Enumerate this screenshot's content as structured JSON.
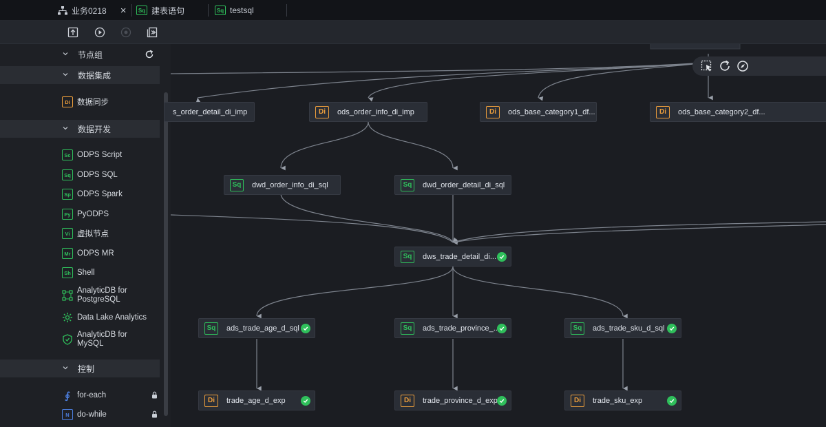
{
  "tabs": [
    {
      "label": "业务0218",
      "icon": "folder-tree-icon",
      "closable": true,
      "close_glyph": "×"
    },
    {
      "label": "建表语句",
      "icon": "sql-file-icon",
      "icon_text": "Sq"
    },
    {
      "label": "testsql",
      "icon": "sql-file-icon",
      "icon_text": "Sq"
    }
  ],
  "toolbar": {
    "buttons": [
      "upload-icon",
      "run-icon",
      "stop-icon",
      "run-all-icon"
    ]
  },
  "sidebar": {
    "header": "节点组",
    "groups": [
      {
        "label": "数据集成",
        "items": [
          {
            "label": "数据同步",
            "icon_text": "Di"
          }
        ]
      },
      {
        "label": "数据开发",
        "items": [
          {
            "label": "ODPS Script",
            "icon_text": "Sc"
          },
          {
            "label": "ODPS SQL",
            "icon_text": "Sq"
          },
          {
            "label": "ODPS Spark",
            "icon_text": "Sp"
          },
          {
            "label": "PyODPS",
            "icon_text": "Py"
          },
          {
            "label": "虚拟节点",
            "icon_text": "Vi"
          },
          {
            "label": "ODPS MR",
            "icon_text": "Mr"
          },
          {
            "label": "Shell",
            "icon_text": "Sh"
          },
          {
            "label": "AnalyticDB for PostgreSQL",
            "line1": "AnalyticDB for",
            "line2": "PostgreSQL"
          },
          {
            "label": "Data Lake Analytics"
          },
          {
            "label": "AnalyticDB for MySQL",
            "line1": "AnalyticDB for",
            "line2": "MySQL"
          }
        ]
      },
      {
        "label": "控制",
        "items": [
          {
            "label": "for-each",
            "icon_text": "∮"
          },
          {
            "label": "do-while",
            "icon_text": "N"
          }
        ]
      }
    ]
  },
  "nodes": [
    {
      "id": "n1",
      "label": "s_order_detail_di_imp",
      "type": "Di"
    },
    {
      "id": "n2",
      "label": "ods_order_info_di_imp",
      "type": "Di"
    },
    {
      "id": "n3",
      "label": "ods_base_category1_df...",
      "type": "Di"
    },
    {
      "id": "n4",
      "label": "ods_base_category2_df...",
      "type": "Di"
    },
    {
      "id": "n5",
      "label": "dwd_order_info_di_sql",
      "type": "Sq"
    },
    {
      "id": "n6",
      "label": "dwd_order_detail_di_sql",
      "type": "Sq"
    },
    {
      "id": "n7",
      "label": "dws_trade_detail_di...",
      "type": "Sq",
      "status": "success"
    },
    {
      "id": "n8",
      "label": "ads_trade_age_d_sql",
      "type": "Sq",
      "status": "success"
    },
    {
      "id": "n9",
      "label": "ads_trade_province_...",
      "type": "Sq",
      "status": "success"
    },
    {
      "id": "n10",
      "label": "ads_trade_sku_d_sql",
      "type": "Sq",
      "status": "success"
    },
    {
      "id": "n11",
      "label": "trade_age_d_exp",
      "type": "Di",
      "status": "success"
    },
    {
      "id": "n12",
      "label": "trade_province_d_exp",
      "type": "Di",
      "status": "success"
    },
    {
      "id": "n13",
      "label": "trade_sku_exp",
      "type": "Di",
      "status": "success"
    }
  ],
  "colors": {
    "success": "#2fbf5b",
    "integration": "#f0a03c",
    "sql": "#2fbf5b",
    "background": "#1b1d22"
  }
}
